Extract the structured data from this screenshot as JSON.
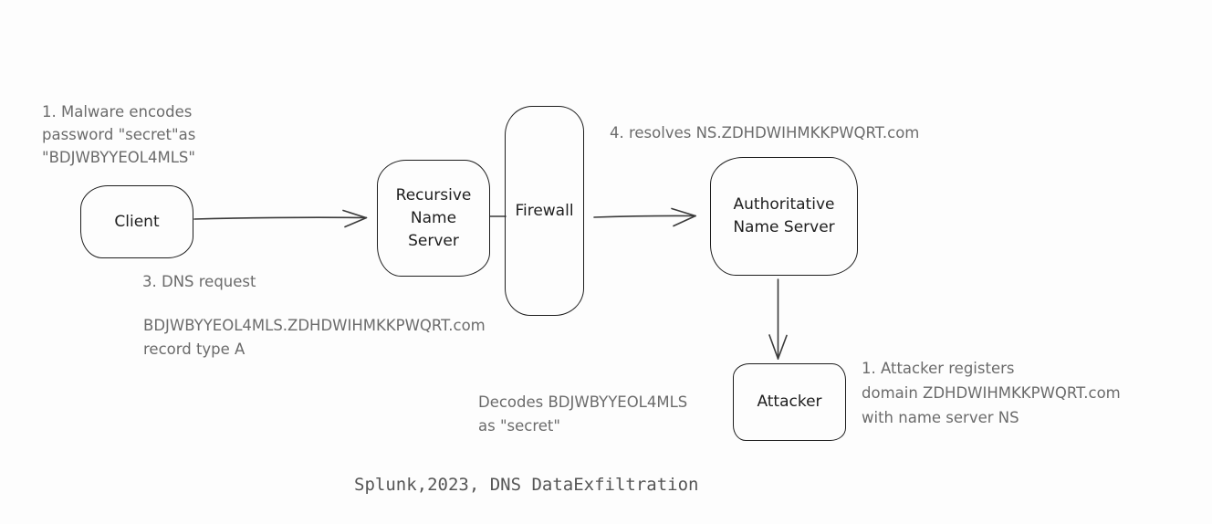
{
  "colors": {
    "ink": "#1e1e1e",
    "note": "#6b6b6b",
    "caption": "#555555",
    "bg": "#fdfdfd"
  },
  "nodes": {
    "client": "Client",
    "recursive": {
      "lines": [
        "Recursive",
        "Name",
        "Server"
      ]
    },
    "firewall": "Firewall",
    "authoritative": {
      "lines": [
        "Authoritative",
        "Name Server"
      ]
    },
    "attacker": "Attacker"
  },
  "notes": {
    "malware_encodes": {
      "lines": [
        "1. Malware encodes",
        "password \"secret\"as",
        "\"BDJWBYYEOL4MLS\""
      ]
    },
    "dns_request": "3. DNS request",
    "dns_query": {
      "lines": [
        "BDJWBYYEOL4MLS.ZDHDWIHMKKPWQRT.com",
        "record type A"
      ]
    },
    "resolves": "4. resolves NS.ZDHDWIHMKKPWQRT.com",
    "decodes": {
      "lines": [
        "Decodes BDJWBYYEOL4MLS",
        "as \"secret\""
      ]
    },
    "attacker_registers": {
      "lines": [
        "1. Attacker registers",
        "domain ZDHDWIHMKKPWQRT.com",
        "with name server NS"
      ]
    }
  },
  "arrows": [
    {
      "name": "client-to-recursive",
      "from": "client",
      "to": "recursive"
    },
    {
      "name": "recursive-to-firewall",
      "from": "recursive",
      "to": "firewall"
    },
    {
      "name": "firewall-to-authoritative",
      "from": "firewall",
      "to": "authoritative"
    },
    {
      "name": "authoritative-to-attacker",
      "from": "authoritative",
      "to": "attacker"
    }
  ],
  "caption": "Splunk,2023, DNS DataExfiltration"
}
